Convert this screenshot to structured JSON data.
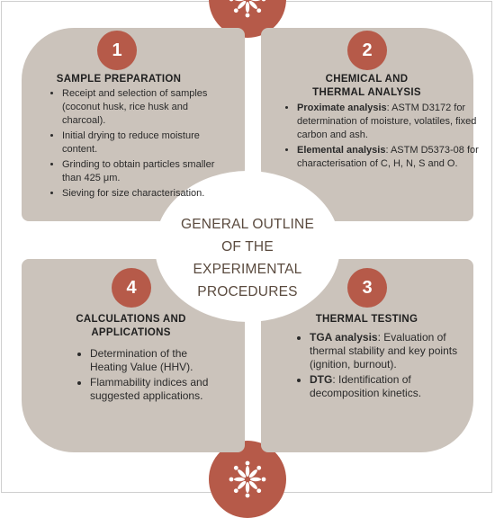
{
  "center_title": [
    "GENERAL OUTLINE",
    "OF THE",
    "EXPERIMENTAL",
    "PROCEDURES"
  ],
  "colors": {
    "card": "#cbc3bb",
    "accent": "#b65a49",
    "center_text": "#5a4a3e"
  },
  "decorations": [
    "flower-icon",
    "flower-icon"
  ],
  "steps": [
    {
      "number": "1",
      "title": [
        "SAMPLE PREPARATION"
      ],
      "items": [
        {
          "bold": "",
          "text": "Receipt and selection of samples (coconut husk, rice husk and charcoal)."
        },
        {
          "bold": "",
          "text": "Initial drying to reduce moisture content."
        },
        {
          "bold": "",
          "text": "Grinding to obtain particles smaller than 425 μm."
        },
        {
          "bold": "",
          "text": "Sieving for size characterisation."
        }
      ]
    },
    {
      "number": "2",
      "title": [
        "CHEMICAL AND",
        "THERMAL ANALYSIS"
      ],
      "items": [
        {
          "bold": "Proximate analysis",
          "text": ": ASTM D3172 for determination of moisture, volatiles, fixed carbon and ash."
        },
        {
          "bold": "Elemental analysis",
          "text": ": ASTM D5373-08 for characterisation of C, H, N, S and O."
        }
      ]
    },
    {
      "number": "3",
      "title": [
        "THERMAL TESTING"
      ],
      "items": [
        {
          "bold": "TGA analysis",
          "text": ": Evaluation of thermal stability and key points (ignition, burnout)."
        },
        {
          "bold": "DTG",
          "text": ": Identification of decomposition kinetics."
        }
      ]
    },
    {
      "number": "4",
      "title": [
        "CALCULATIONS AND",
        "APPLICATIONS"
      ],
      "items": [
        {
          "bold": "",
          "text": "Determination of the Heating Value (HHV)."
        },
        {
          "bold": "",
          "text": "Flammability indices and suggested applications."
        }
      ]
    }
  ]
}
